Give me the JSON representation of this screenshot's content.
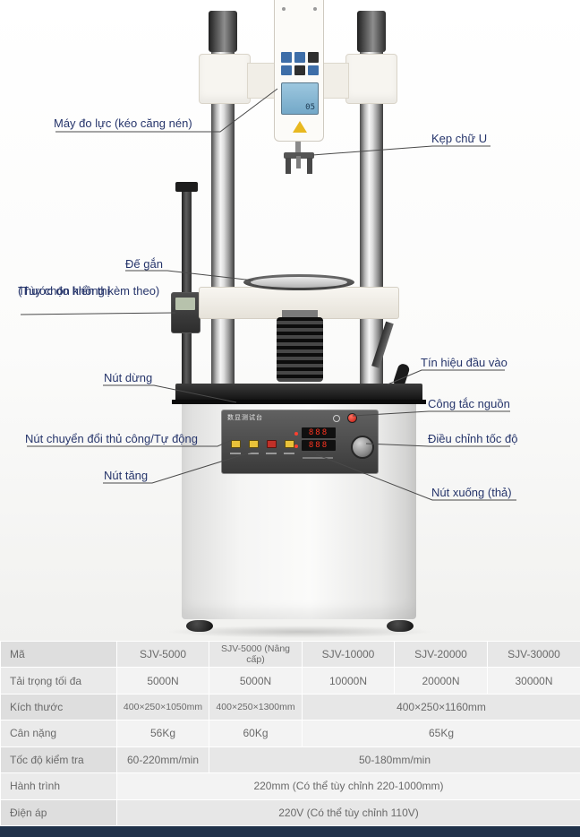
{
  "annotations": [
    {
      "label": "Máy đo lực (kéo căng nén)"
    },
    {
      "label": "Kẹp chữ U"
    },
    {
      "label": "Đế gắn"
    },
    {
      "label": "Thước đo hiển thị",
      "label2": "(Tùy chọn không kèm theo)"
    },
    {
      "label": "Nút dừng"
    },
    {
      "label": "Tín hiệu đầu vào"
    },
    {
      "label": "Công tắc nguồn"
    },
    {
      "label": "Nút chuyển đổi thủ công/Tự động"
    },
    {
      "label": "Điều chỉnh tốc độ"
    },
    {
      "label": "Nút tăng"
    },
    {
      "label": "Nút xuống (thả)"
    }
  ],
  "machine": {
    "panel_label": "数显测试台",
    "gauge_display": "05",
    "display_top": "888",
    "display_bottom": "888"
  },
  "colors": {
    "label_text": "#26356b",
    "leader_line": "#4a4a4a",
    "bottom_bar": "#20324a",
    "row_dark": "#e7e7e7",
    "row_light": "#f3f3f3"
  },
  "table": {
    "rows": [
      {
        "header": "Mã",
        "cells": [
          {
            "text": "SJV-5000"
          },
          {
            "text": "SJV-5000 (Nâng cấp)"
          },
          {
            "text": "SJV-10000"
          },
          {
            "text": "SJV-20000"
          },
          {
            "text": "SJV-30000"
          }
        ]
      },
      {
        "header": "Tải trọng tối đa",
        "cells": [
          {
            "text": "5000N"
          },
          {
            "text": "5000N"
          },
          {
            "text": "10000N"
          },
          {
            "text": "20000N"
          },
          {
            "text": "30000N"
          }
        ]
      },
      {
        "header": "Kích thước",
        "cells": [
          {
            "text": "400×250×1050mm"
          },
          {
            "text": "400×250×1300mm"
          },
          {
            "text": "400×250×1160mm",
            "span": 3
          }
        ]
      },
      {
        "header": "Cân nặng",
        "cells": [
          {
            "text": "56Kg"
          },
          {
            "text": "60Kg"
          },
          {
            "text": "65Kg",
            "span": 3
          }
        ]
      },
      {
        "header": "Tốc độ kiểm tra",
        "cells": [
          {
            "text": "60-220mm/min"
          },
          {
            "text": "50-180mm/min",
            "span": 4
          }
        ]
      },
      {
        "header": "Hành trình",
        "cells": [
          {
            "text": "220mm (Có thể tùy chỉnh 220-1000mm)",
            "span": 5
          }
        ]
      },
      {
        "header": "Điện áp",
        "cells": [
          {
            "text": "220V (Có thể tùy chỉnh 110V)",
            "span": 5
          }
        ]
      }
    ]
  }
}
